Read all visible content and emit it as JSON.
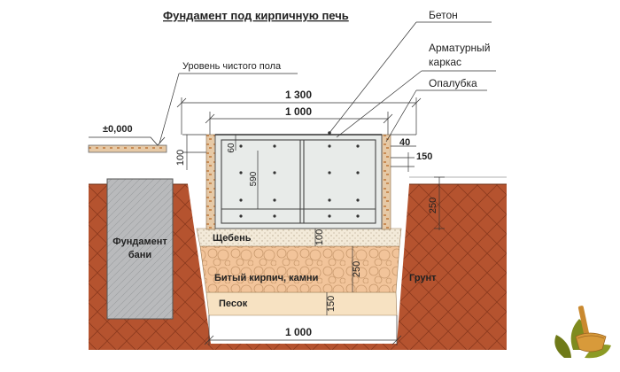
{
  "title": "Фундамент под кирпичную печь",
  "zero_level": "±0,000",
  "labels": {
    "concrete": "Бетон",
    "rebar_line1": "Арматурный",
    "rebar_line2": "каркас",
    "formwork": "Опалубка",
    "floor_level": "Уровень чистого пола",
    "bath_foundation_line1": "Фундамент",
    "bath_foundation_line2": "бани",
    "gravel": "Щебень",
    "brick_stones": "Битый кирпич, камни",
    "sand": "Песок",
    "soil": "Грунт"
  },
  "dimensions": {
    "width_total": "1 300",
    "width_inner": "1 000",
    "width_bottom": "1 000",
    "d40": "40",
    "d150_side": "150",
    "d100_left": "100",
    "d60": "60",
    "d590": "590",
    "d250_right": "250",
    "d100_layer": "100",
    "d250_layer": "250",
    "d150_layer": "150"
  },
  "icons": {
    "logo": "bath-ladle-logo"
  },
  "colors": {
    "soil": "#b5532f",
    "soil_hatch": "#8d3a1e",
    "concrete": "#e8ebe9",
    "gravel": "#f3ead9",
    "brick_layer": "#f2c49a",
    "sand": "#f7e2c2",
    "bath_foundation": "#b9babc",
    "formwork": "#e6c9a6"
  }
}
